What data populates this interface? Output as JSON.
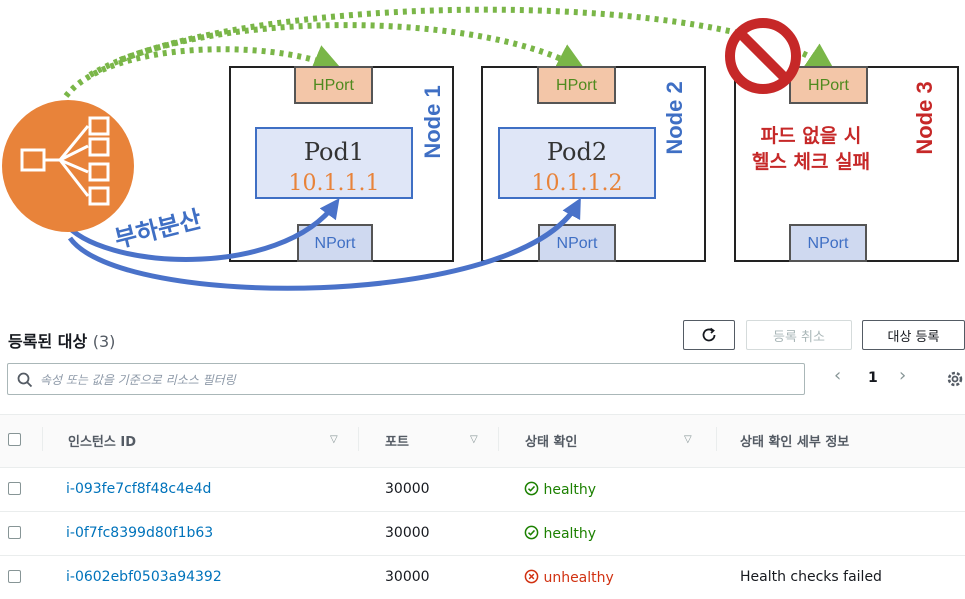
{
  "diagram": {
    "load_balancer_label": "부하분산",
    "nodes": [
      {
        "name": "Node 1",
        "hport": "HPort",
        "nport": "NPort",
        "pod_name": "Pod1",
        "pod_ip": "10.1.1.1"
      },
      {
        "name": "Node 2",
        "hport": "HPort",
        "nport": "NPort",
        "pod_name": "Pod2",
        "pod_ip": "10.1.1.2"
      },
      {
        "name": "Node 3",
        "hport": "HPort",
        "nport": "NPort",
        "no_pod_line1": "파드 없을 시",
        "no_pod_line2": "헬스 체크 실패"
      }
    ],
    "colors": {
      "lb_orange": "#e8833a",
      "hport_fill": "#f3c6a8",
      "nport_fill": "#cfd9f0",
      "pod_fill": "#dfe6f7",
      "pod_border": "#3f6fc4",
      "health_arrow": "#7ab648",
      "traffic_arrow": "#4a72c9",
      "node_label": "#3f6fc4",
      "fail_red": "#c62828"
    }
  },
  "console": {
    "title": "등록된 대상",
    "count": "(3)",
    "refresh_icon": "refresh-icon",
    "deregister_label": "등록 취소",
    "register_label": "대상 등록",
    "search_placeholder": "속성 또는 값을 기준으로 리소스 필터링",
    "page_number": "1",
    "columns": [
      "인스턴스 ID",
      "포트",
      "상태 확인",
      "상태 확인 세부 정보"
    ],
    "rows": [
      {
        "id": "i-093fe7cf8f48c4e4d",
        "port": "30000",
        "status": "healthy",
        "status_kind": "ok",
        "details": ""
      },
      {
        "id": "i-0f7fc8399d80f1b63",
        "port": "30000",
        "status": "healthy",
        "status_kind": "ok",
        "details": ""
      },
      {
        "id": "i-0602ebf0503a94392",
        "port": "30000",
        "status": "unhealthy",
        "status_kind": "fail",
        "details": "Health checks failed"
      }
    ]
  }
}
